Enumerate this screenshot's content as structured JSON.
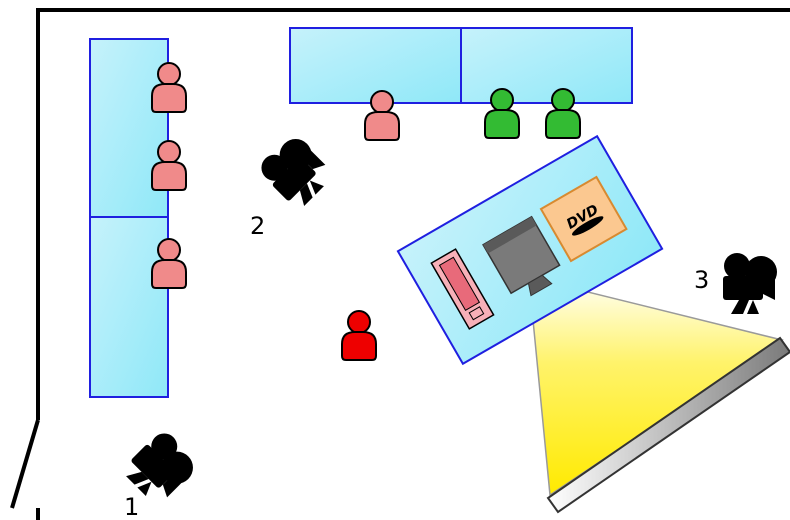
{
  "colors": {
    "wall": "#000000",
    "table_fill": "#a8ecf8",
    "table_stroke": "#1f1fe0",
    "person_seated": "#f08a8a",
    "person_green": "#33bb33",
    "person_presenter": "#ee0000",
    "camera": "#000000",
    "projection_light": "#ffee00",
    "screen": "#b0b0b0"
  },
  "cameras": [
    {
      "label": "1",
      "icon": "video-camera-icon"
    },
    {
      "label": "2",
      "icon": "video-camera-icon"
    },
    {
      "label": "3",
      "icon": "video-camera-icon"
    }
  ],
  "equipment": {
    "dvd_label": "DVD",
    "items": [
      "laptop-icon",
      "projector-icon",
      "dvd-icon"
    ]
  }
}
